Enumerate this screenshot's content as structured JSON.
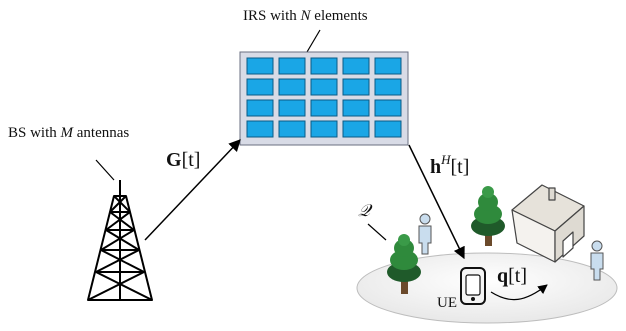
{
  "labels": {
    "irs": {
      "prefix": "IRS with ",
      "var": "N",
      "suffix": " elements"
    },
    "bs": {
      "prefix": "BS with ",
      "var": "M",
      "suffix": " antennas"
    },
    "G": {
      "sym": "G",
      "arg": "[t]"
    },
    "h": {
      "sym": "h",
      "sup": "H",
      "arg": "[t]"
    },
    "q": {
      "sym": "q",
      "arg": "[t]"
    },
    "region": "𝒬",
    "ue": "UE"
  },
  "irs_grid": {
    "rows": 4,
    "cols": 5
  },
  "colors": {
    "irs_panel_fill": "#d8dbe6",
    "irs_element_fill": "#1aa6e6",
    "ground_fill": "#f0f0f0",
    "tree_dark": "#1f5a2a",
    "tree_light": "#2f8a3c",
    "house_wall": "#f4f2ee",
    "house_roof": "#e6e2da",
    "person_fill": "#c9ddee"
  }
}
